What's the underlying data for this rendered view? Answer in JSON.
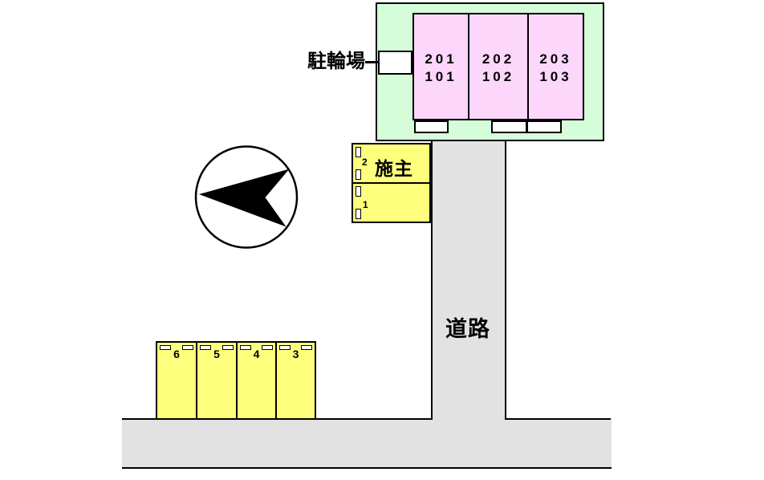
{
  "colors": {
    "site_green": "#d5fdd9",
    "building_pink": "#fcd6fb",
    "space_yellow": "#feff7d",
    "road_gray": "#e2e2e2",
    "outline": "#000000"
  },
  "building": {
    "units": [
      {
        "upper": "201",
        "lower": "101"
      },
      {
        "upper": "202",
        "lower": "102"
      },
      {
        "upper": "203",
        "lower": "103"
      }
    ]
  },
  "bicycle_parking": {
    "label": "駐輪場"
  },
  "owner_parking": {
    "label": "施主",
    "spaces": [
      {
        "number": "2"
      },
      {
        "number": "1"
      }
    ]
  },
  "road": {
    "label": "道路"
  },
  "guest_parking": {
    "spaces": [
      {
        "number": "6"
      },
      {
        "number": "5"
      },
      {
        "number": "4"
      },
      {
        "number": "3"
      }
    ]
  }
}
